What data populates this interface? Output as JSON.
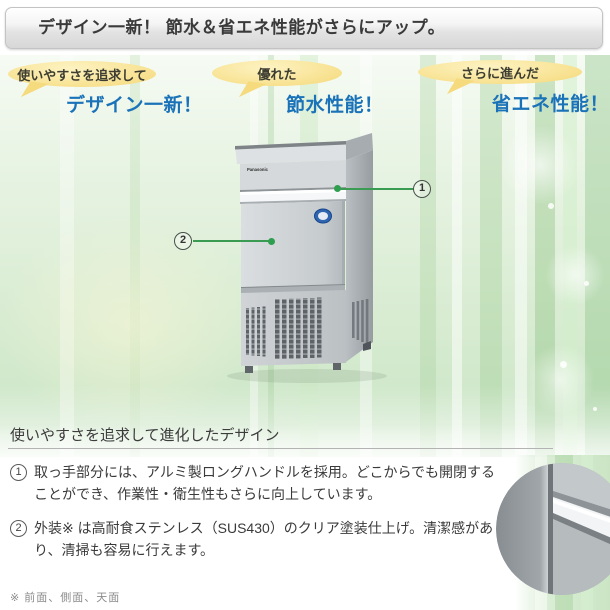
{
  "banner": {
    "text": "デザイン一新！ 節水＆省エネ性能がさらにアップ。"
  },
  "bubbles": [
    {
      "label": "使いやすさを追求して",
      "headline": "デザイン一新！"
    },
    {
      "label": "優れた",
      "headline": "節水性能！"
    },
    {
      "label": "さらに進んだ",
      "headline": "省エネ性能！"
    }
  ],
  "product": {
    "brand": "Panasonic"
  },
  "callouts": [
    {
      "num": "1"
    },
    {
      "num": "2"
    }
  ],
  "section": {
    "heading": "使いやすさを追求して進化したデザイン"
  },
  "features": [
    {
      "num": "1",
      "text": "取っ手部分には、アルミ製ロングハンドルを採用。どこからでも開閉することができ、作業性・衛生性もさらに向上しています。"
    },
    {
      "num": "2",
      "text": "外装※ は高耐食ステンレス（SUS430）のクリア塗装仕上げ。清潔感があり、清掃も容易に行えます。"
    }
  ],
  "footnote": "※ 前面、側面、天面",
  "colors": {
    "headline_blue": "#1a72b8",
    "bubble_yellow": "#f5d878",
    "callout_green": "#2e9e4f",
    "hero_green": "#d8ecd2"
  }
}
